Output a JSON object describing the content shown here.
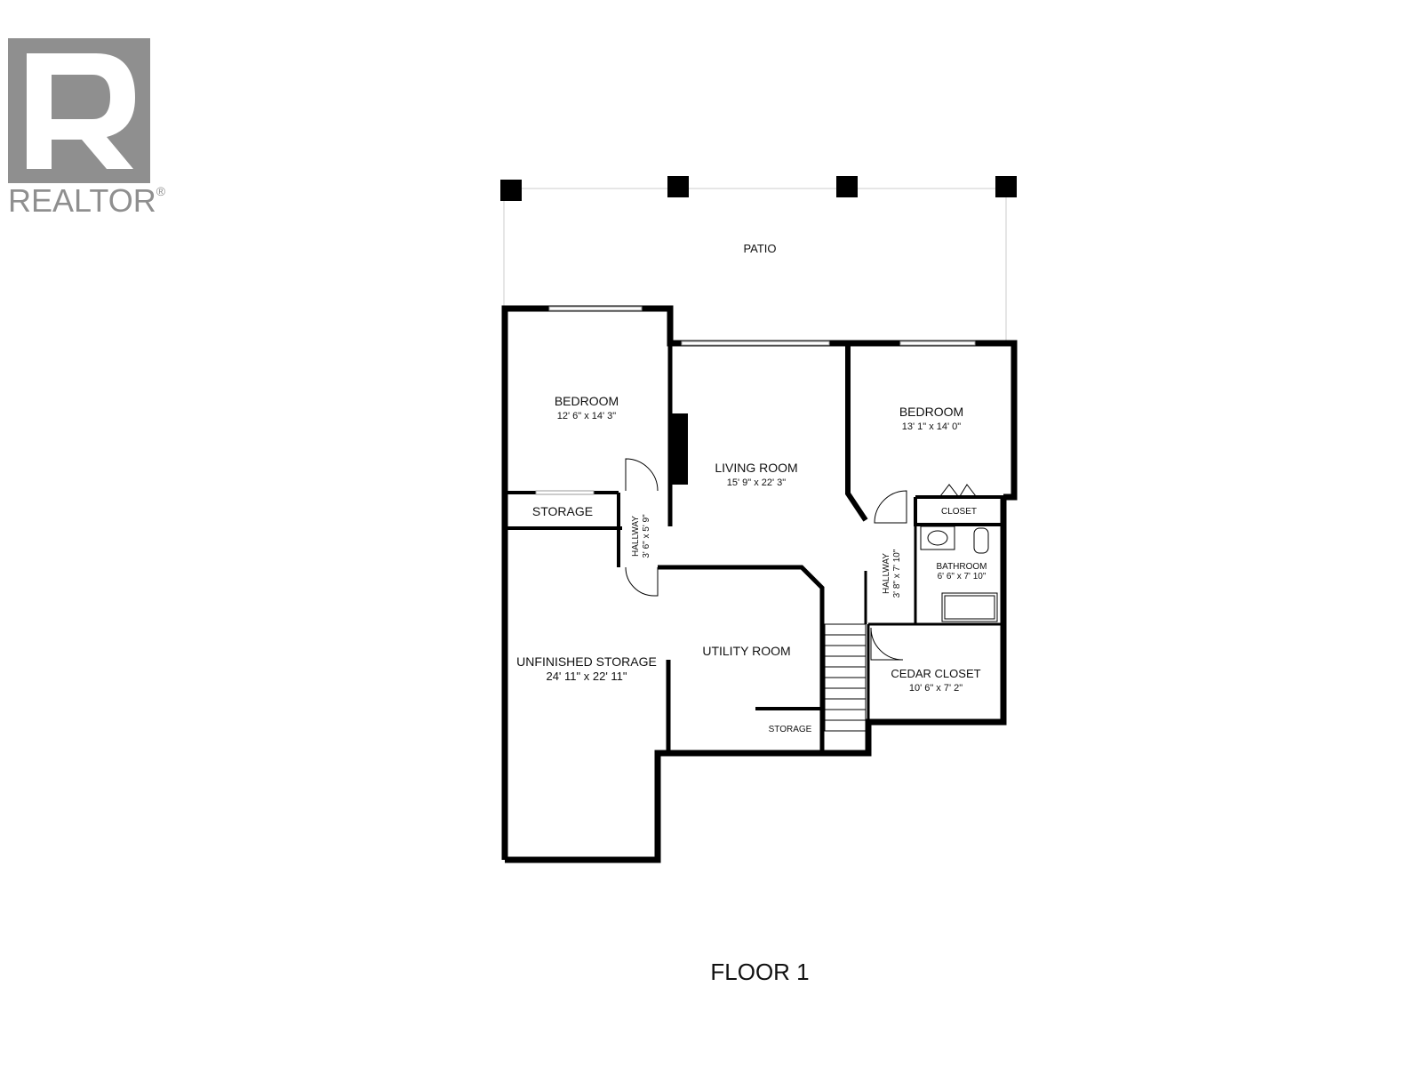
{
  "logo": {
    "text": "REALTOR",
    "mark": "®"
  },
  "floor_title": "FLOOR 1",
  "rooms": {
    "patio": {
      "name": "PATIO"
    },
    "bedroom_left": {
      "name": "BEDROOM",
      "dims": "12' 6\" x 14' 3\""
    },
    "bedroom_right": {
      "name": "BEDROOM",
      "dims": "13' 1\" x 14' 0\""
    },
    "living_room": {
      "name": "LIVING ROOM",
      "dims": "15' 9\" x 22' 3\""
    },
    "storage_left": {
      "name": "STORAGE"
    },
    "hallway_left": {
      "name": "HALLWAY",
      "dims": "3' 6\" x 5' 9\""
    },
    "closet": {
      "name": "CLOSET"
    },
    "bathroom": {
      "name": "BATHROOM",
      "dims": "6' 6\" x 7' 10\""
    },
    "hallway_right": {
      "name": "HALLWAY",
      "dims": "3' 8\" x 7' 10\""
    },
    "unfinished_storage": {
      "name": "UNFINISHED STORAGE",
      "dims": "24' 11\" x 22' 11\""
    },
    "utility_room": {
      "name": "UTILITY ROOM"
    },
    "storage_small": {
      "name": "STORAGE"
    },
    "cedar_closet": {
      "name": "CEDAR CLOSET",
      "dims": "10' 6\" x 7' 2\""
    }
  },
  "colors": {
    "wall": "#000000",
    "logo": "#8f8f8f",
    "background": "#ffffff"
  }
}
